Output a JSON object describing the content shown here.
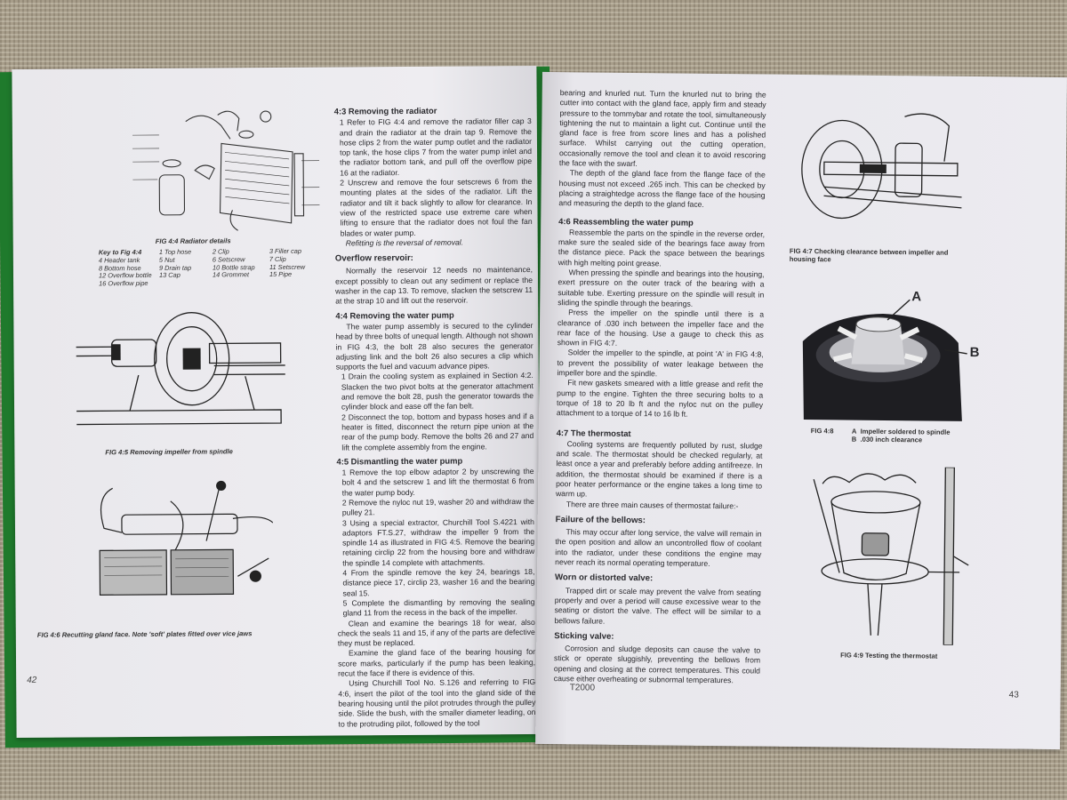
{
  "book": {
    "series_code": "T2000"
  },
  "left_page": {
    "page_number": "42",
    "figures": [
      {
        "id": "fig-4-4",
        "caption": "FIG 4:4   Radiator details",
        "key_title": "Key to Fig 4:4",
        "key_items": [
          "1 Top hose",
          "2 Clip",
          "3 Filler cap",
          "4 Header tank",
          "5 Nut",
          "6 Setscrew",
          "7 Clip",
          "8 Bottom hose",
          "9 Drain tap",
          "10 Bottle strap",
          "11 Setscrew",
          "12 Overflow bottle",
          "13 Cap",
          "14 Grommet",
          "15 Pipe",
          "16 Overflow pipe"
        ]
      },
      {
        "id": "fig-4-5",
        "caption": "FIG 4:5   Removing impeller from spindle"
      },
      {
        "id": "fig-4-6",
        "caption": "FIG 4:6   Recutting gland face. Note 'soft' plates fitted over vice jaws"
      }
    ],
    "sections": [
      {
        "heading": "4:3  Removing the radiator",
        "steps": [
          "1 Refer to FIG 4:4 and remove the radiator filler cap 3 and drain the radiator at the drain tap 9. Remove the hose clips 2 from the water pump outlet and the radiator top tank, the hose clips 7 from the water pump inlet and the radiator bottom tank, and pull off the overflow pipe 16 at the radiator.",
          "2 Unscrew and remove the four setscrews 6 from the mounting plates at the sides of the radiator. Lift the radiator and tilt it back slightly to allow for clearance. In view of the restricted space use extreme care when lifting to ensure that the radiator does not foul the fan blades or water pump."
        ],
        "note": "Refitting is the reversal of removal."
      },
      {
        "heading": "Overflow reservoir:",
        "paragraphs": [
          "Normally the reservoir 12 needs no maintenance, except possibly to clean out any sediment or replace the washer in the cap 13. To remove, slacken the setscrew 11 at the strap 10 and lift out the reservoir."
        ]
      },
      {
        "heading": "4:4  Removing the water pump",
        "paragraphs": [
          "The water pump assembly is secured to the cylinder head by three bolts of unequal length. Although not shown in FIG 4:3, the bolt 28 also secures the generator adjusting link and the bolt 26 also secures a clip which supports the fuel and vacuum advance pipes."
        ],
        "steps": [
          "1 Drain the cooling system as explained in Section 4:2. Slacken the two pivot bolts at the generator attachment and remove the bolt 28, push the generator towards the cylinder block and ease off the fan belt.",
          "2 Disconnect the top, bottom and bypass hoses and if a heater is fitted, disconnect the return pipe union at the rear of the pump body. Remove the bolts 26 and 27 and lift the complete assembly from the engine."
        ]
      },
      {
        "heading": "4:5  Dismantling the water pump",
        "steps": [
          "1 Remove the top elbow adaptor 2 by unscrewing the bolt 4 and the setscrew 1 and lift the thermostat 6 from the water pump body.",
          "2 Remove the nyloc nut 19, washer 20 and withdraw the pulley 21.",
          "3 Using a special extractor, Churchill Tool S.4221 with adaptors FT.S.27, withdraw the impeller 9 from the spindle 14 as illustrated in FIG 4:5. Remove the bearing retaining circlip 22 from the housing bore and withdraw the spindle 14 complete with attachments.",
          "4 From the spindle remove the key 24, bearings 18, distance piece 17, circlip 23, washer 16 and the bearing seal 15.",
          "5 Complete the dismantling by removing the sealing gland 11 from the recess in the back of the impeller."
        ],
        "paragraphs": [
          "Clean and examine the bearings 18 for wear, also check the seals 11 and 15, if any of the parts are defective they must be replaced.",
          "Examine the gland face of the bearing housing for score marks, particularly if the pump has been leaking, recut the face if there is evidence of this.",
          "Using Churchill Tool No. S.126 and referring to FIG 4:6, insert the pilot of the tool into the gland side of the bearing housing until the pilot protrudes through the pulley side. Slide the bush, with the smaller diameter leading, on to the protruding pilot, followed by the tool"
        ]
      }
    ]
  },
  "right_page": {
    "page_number": "43",
    "figures": [
      {
        "id": "fig-4-7",
        "caption": "FIG 4:7   Checking clearance between impeller and housing face"
      },
      {
        "id": "fig-4-8",
        "caption_label": "FIG 4:8",
        "labels": [
          "A",
          "B"
        ],
        "legend": [
          {
            "key": "A",
            "text": "Impeller soldered to spindle"
          },
          {
            "key": "B",
            "text": ".030 inch clearance"
          }
        ]
      },
      {
        "id": "fig-4-9",
        "caption": "FIG 4:9   Testing the thermostat"
      }
    ],
    "continued_paragraphs": [
      "bearing and knurled nut. Turn the knurled nut to bring the cutter into contact with the gland face, apply firm and steady pressure to the tommybar and rotate the tool, simultaneously tightening the nut to maintain a light cut. Continue until the gland face is free from score lines and has a polished surface. Whilst carrying out the cutting operation, occasionally remove the tool and clean it to avoid rescoring the face with the swarf.",
      "The depth of the gland face from the flange face of the housing must not exceed .265 inch. This can be checked by placing a straightedge across the flange face of the housing and measuring the depth to the gland face."
    ],
    "sections": [
      {
        "heading": "4:6  Reassembling the water pump",
        "paragraphs": [
          "Reassemble the parts on the spindle in the reverse order, make sure the sealed side of the bearings face away from the distance piece. Pack the space between the bearings with high melting point grease.",
          "When pressing the spindle and bearings into the housing, exert pressure on the outer track of the bearing with a suitable tube. Exerting pressure on the spindle will result in sliding the spindle through the bearings.",
          "Press the impeller on the spindle until there is a clearance of .030 inch between the impeller face and the rear face of the housing. Use a gauge to check this as shown in FIG 4:7.",
          "Solder the impeller to the spindle, at point 'A' in FIG 4:8, to prevent the possibility of water leakage between the impeller bore and the spindle.",
          "Fit new gaskets smeared with a little grease and refit the pump to the engine. Tighten the three securing bolts to a torque of 18 to 20 lb ft and the nyloc nut on the pulley attachment to a torque of 14 to 16 lb ft."
        ]
      },
      {
        "heading": "4:7  The thermostat",
        "paragraphs": [
          "Cooling systems are frequently polluted by rust, sludge and scale. The thermostat should be checked regularly, at least once a year and preferably before adding antifreeze. In addition, the thermostat should be examined if there is a poor heater performance or the engine takes a long time to warm up.",
          "There are three main causes of thermostat failure:-"
        ]
      },
      {
        "heading": "Failure of the bellows:",
        "paragraphs": [
          "This may occur after long service, the valve will remain in the open position and allow an uncontrolled flow of coolant into the radiator, under these conditions the engine may never reach its normal operating temperature."
        ]
      },
      {
        "heading": "Worn or distorted valve:",
        "paragraphs": [
          "Trapped dirt or scale may prevent the valve from seating properly and over a period will cause excessive wear to the seating or distort the valve. The effect will be similar to a bellows failure."
        ]
      },
      {
        "heading": "Sticking valve:",
        "paragraphs": [
          "Corrosion and sludge deposits can cause the valve to stick or operate sluggishly, preventing the bellows from opening and closing at the correct temperatures. This could cause either overheating or subnormal temperatures."
        ]
      }
    ]
  },
  "colors": {
    "cover_green": "#1f7a2c",
    "paper": "#ecebee",
    "ink": "#2a2a2e",
    "cloth": "#a79d8a"
  }
}
